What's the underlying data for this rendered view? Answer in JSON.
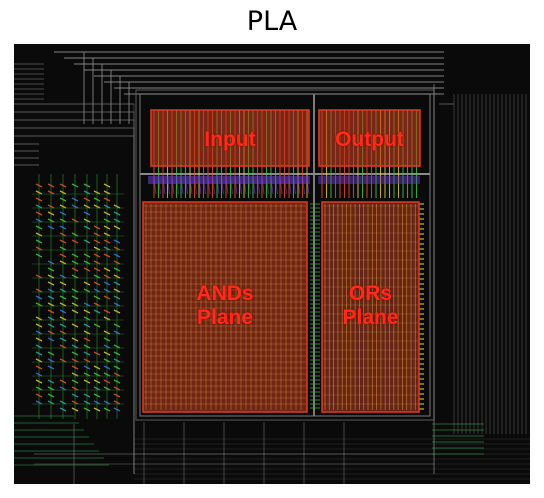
{
  "title": "PLA",
  "regions": {
    "input": "Input",
    "output": "Output",
    "ands": "ANDs\nPlane",
    "ors": "ORs\nPlane"
  },
  "colors": {
    "background": "#0a0a0a",
    "label": "#ff2a1a",
    "region_fill": "#c23a1e",
    "region_border": "#e03c22",
    "metal_route": "#9a9a9a"
  }
}
